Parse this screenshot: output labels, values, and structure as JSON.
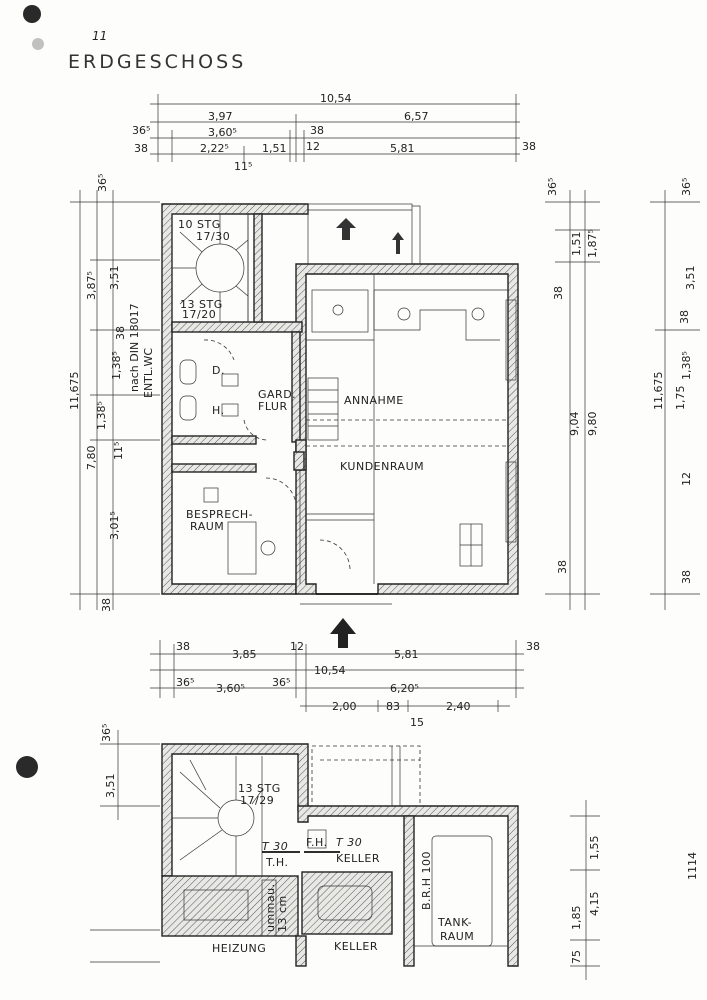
{
  "title": "ERDGESCHOSS",
  "corner_mark": "11",
  "top_dims": {
    "overall": "10,54",
    "row2": [
      "3,97",
      "6,57"
    ],
    "row3": [
      "36⁵",
      "3,60⁵",
      "38"
    ],
    "row4": [
      "38",
      "2,22⁵",
      "1,51",
      "12",
      "5,81",
      "38"
    ],
    "sub": "11⁵"
  },
  "left_dims": [
    "36⁵",
    "3,87⁵",
    "3,51",
    "11,675",
    "7,80",
    "1,38⁵",
    "1,38⁵",
    "38",
    "11⁵",
    "3,01⁵",
    "38"
  ],
  "left_note": [
    "nach DIN 18017",
    "ENTL.WC"
  ],
  "right_dims_inner": [
    "36⁵",
    "1,51",
    "1,87⁵",
    "38",
    "9,04",
    "9,80",
    "38"
  ],
  "right_dims_outer": [
    "36⁵",
    "3,51",
    "38",
    "1,38⁵",
    "11,675",
    "1,75",
    "12",
    "38"
  ],
  "rooms": {
    "stair_top": "10 STG",
    "stair_top_ratio": "17/30",
    "stair_bottom": "13 STG",
    "stair_bottom_ratio": "17/20",
    "wc_d": "D.",
    "wc_h": "H.",
    "gard": "GARD.",
    "flur": "FLUR",
    "annahme": "ANNAHME",
    "kundenraum": "KUNDENRAUM",
    "besprech": "BESPRECH-",
    "raum": "RAUM"
  },
  "bottom_dims": {
    "row1": [
      "38",
      "3,85",
      "12",
      "5,81",
      "38"
    ],
    "overall": "10,54",
    "row3": [
      "36⁵",
      "3,60⁵",
      "36⁵",
      "6,20⁵"
    ],
    "row4": [
      "2,00",
      "83",
      "2,40"
    ],
    "sub": "15"
  },
  "basement": {
    "stair": "13 STG",
    "stair_ratio": "17/29",
    "t30a": "T 30",
    "t30b": "T 30",
    "th": "T.H.",
    "fh": "F.H.",
    "keller1": "KELLER",
    "keller2": "KELLER",
    "heizung": "HEIZUNG",
    "tank": "TANK-",
    "raum": "RAUM",
    "brh": "B.R.H 100",
    "ummauerung": "ummau.",
    "mauer_cm": "13 cm",
    "left_dims": [
      "36⁵",
      "3,51"
    ],
    "right_dims": [
      "1,55",
      "4,15",
      "1,85",
      "75"
    ],
    "edge_code": "1114"
  }
}
